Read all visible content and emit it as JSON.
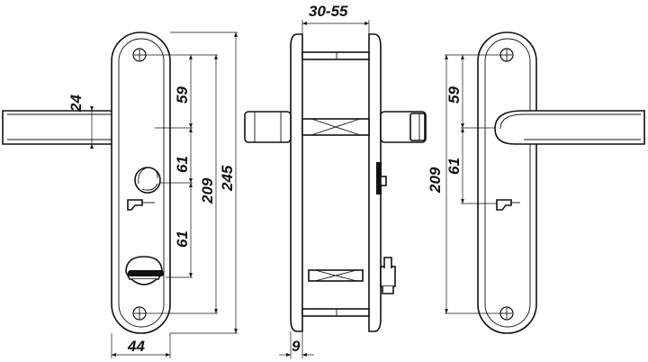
{
  "dimensions": {
    "handle_diameter": "24",
    "front_upper_spacing": "59",
    "front_middle_spacing": "61",
    "front_lower_spacing": "61",
    "front_hole_distance": "209",
    "front_total_height": "245",
    "plate_width": "44",
    "door_thickness": "30-55",
    "plate_thickness": "9",
    "back_upper_spacing": "59",
    "back_middle_spacing": "61",
    "back_hole_distance": "209"
  },
  "colors": {
    "line": "#111111",
    "background": "#ffffff"
  }
}
